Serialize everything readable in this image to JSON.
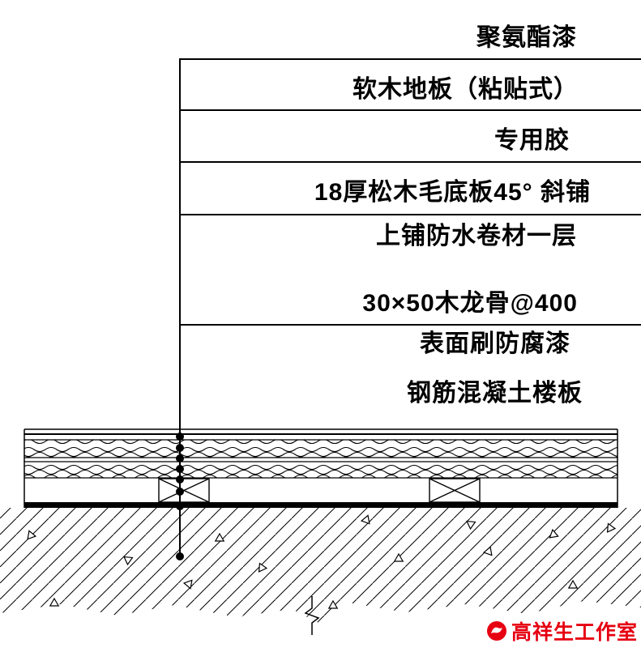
{
  "page": {
    "background": "#ffffff",
    "line_color": "#000000"
  },
  "callouts": [
    {
      "text": "聚氨酯漆"
    },
    {
      "text": "软木地板（粘贴式）"
    },
    {
      "text": "专用胶"
    },
    {
      "text": "18厚松木毛底板45° 斜铺"
    },
    {
      "text": "上铺防水卷材一层"
    },
    {
      "text": "30×50木龙骨@400"
    },
    {
      "text": "表面刷防腐漆"
    },
    {
      "text": "钢筋混凝土楼板"
    }
  ],
  "watermark": {
    "text": "高祥生工作室",
    "color": "#e60012",
    "icon": "studio-logo"
  }
}
